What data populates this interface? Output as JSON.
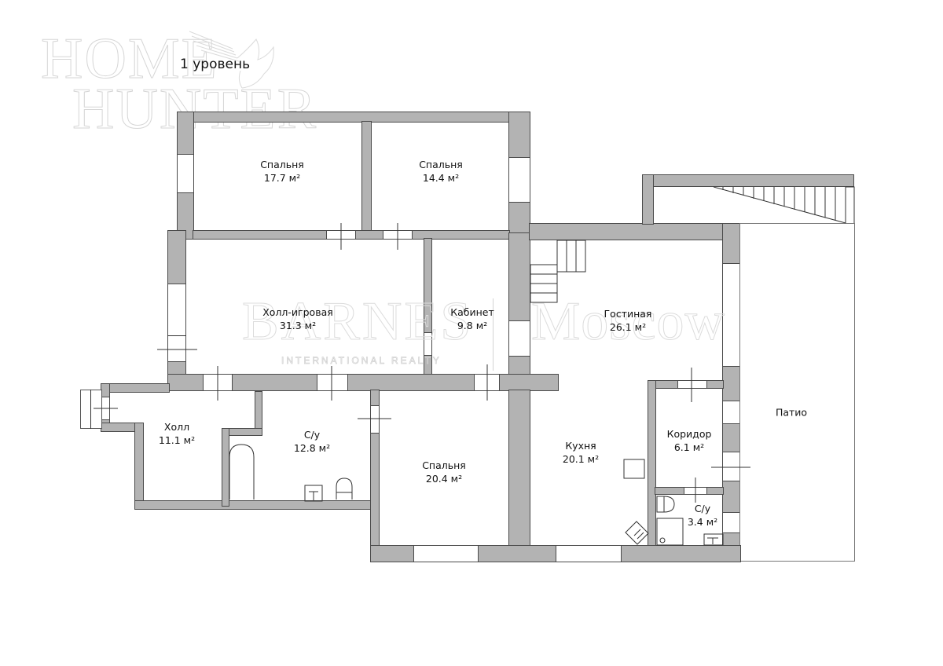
{
  "watermarks": {
    "home": "HOME",
    "hunter": "HUNTER",
    "barnes": "BARNES",
    "moscow": "Moscow",
    "international": "INTERNATIONAL REALTY"
  },
  "plan": {
    "title": "1 уровень",
    "wall_color": "#b3b3b3",
    "outline_color": "#4a4a4a",
    "rooms": [
      {
        "name": "Спальня",
        "area": "17.7 м²"
      },
      {
        "name": "Спальня",
        "area": "14.4 м²"
      },
      {
        "name": "Холл-игровая",
        "area": "31.3 м²"
      },
      {
        "name": "Кабинет",
        "area": "9.8 м²"
      },
      {
        "name": "Гостиная",
        "area": "26.1 м²"
      },
      {
        "name": "Холл",
        "area": "11.1 м²"
      },
      {
        "name": "С/у",
        "area": "12.8 м²"
      },
      {
        "name": "Спальня",
        "area": "20.4 м²"
      },
      {
        "name": "Кухня",
        "area": "20.1 м²"
      },
      {
        "name": "Коридор",
        "area": "6.1 м²"
      },
      {
        "name": "С/у",
        "area": "3.4 м²"
      },
      {
        "name": "Патио",
        "area": ""
      }
    ]
  }
}
